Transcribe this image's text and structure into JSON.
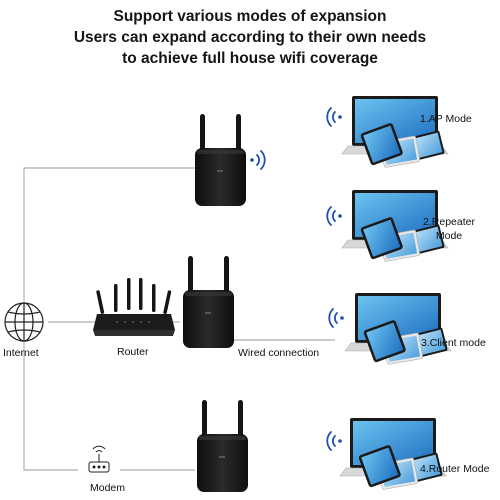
{
  "heading": {
    "line1": "Support various modes of expansion",
    "line2": "Users can expand according to their own needs",
    "line3": "to achieve full house wifi coverage"
  },
  "labels": {
    "internet": "Internet",
    "router": "Router",
    "wired": "Wired connection",
    "modem": "Modem"
  },
  "modes": {
    "m1": "1.AP Mode",
    "m2a": "2.Repeater",
    "m2b": "Mode",
    "m3": "3.Client mode",
    "m4": "4.Router Mode"
  },
  "colors": {
    "line": "#9a9a9a",
    "device": "#1b1b1b",
    "wifi_wave": "#1f4fb0",
    "laptop_screen": "#2a8fd8",
    "tablet_screen": "#6fb8e8"
  }
}
